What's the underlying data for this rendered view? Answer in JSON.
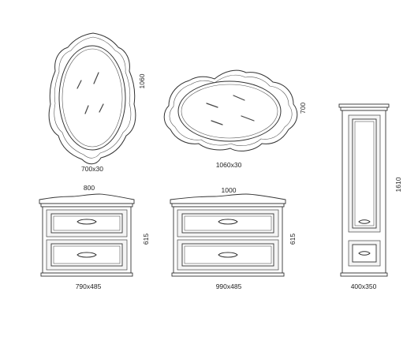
{
  "labels": {
    "mirror_vertical_height": "1060",
    "mirror_vertical_size": "700x30",
    "mirror_horizontal_height": "700",
    "mirror_horizontal_size": "1060x30",
    "cabinet_tall_height": "1610",
    "cabinet_tall_size": "400x350",
    "vanity_small_width": "800",
    "vanity_small_height": "615",
    "vanity_small_size": "790x485",
    "vanity_large_width": "1000",
    "vanity_large_height": "615",
    "vanity_large_size": "990x485"
  },
  "colors": {
    "stroke": "#333333",
    "background": "#ffffff"
  }
}
